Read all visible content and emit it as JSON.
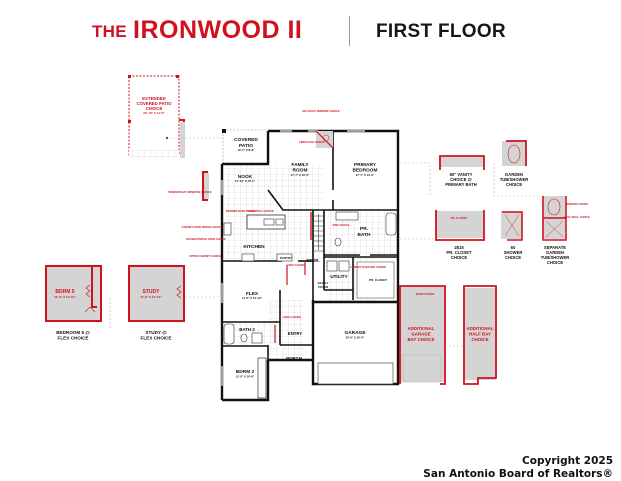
{
  "title": {
    "prefix": "THE",
    "model": "IRONWOOD II",
    "floor": "FIRST FLOOR"
  },
  "colors": {
    "brand_red": "#d0121f",
    "wall": "#111111",
    "option_fill": "#d4d4d4",
    "tile_grid": "#c8c8c8"
  },
  "rooms": {
    "covered_patio": {
      "name": "COVERED PATIO",
      "line1": "COVERED",
      "line2": "PATIO",
      "dims": "10'-7\" X 8'-8\""
    },
    "nook": {
      "name": "NOOK",
      "dims": "11'-10\" X 10'-1\""
    },
    "family_room": {
      "name": "FAMILY ROOM",
      "line1": "FAMILY",
      "line2": "ROOM",
      "dims": "17'-7\" X 16'-3\""
    },
    "primary_bedroom": {
      "name": "PRIMARY BEDROOM",
      "line1": "PRIMARY",
      "line2": "BEDROOM",
      "dims": "17'-7\" X 13'-0\""
    },
    "kitchen": {
      "name": "KITCHEN"
    },
    "pantry": {
      "name": "PANTRY"
    },
    "stor": {
      "name": "STOR."
    },
    "pr_bath": {
      "name": "PR. BATH",
      "line1": "PR.",
      "line2": "BATH"
    },
    "pr_closet": {
      "name": "PR. CLOSET"
    },
    "utility": {
      "name": "UTILITY"
    },
    "family_foyer": {
      "name": "FAMILY FOYER",
      "line1": "FAMILY",
      "line2": "FOYER"
    },
    "flex": {
      "name": "FLEX",
      "dims": "11'-9\" X 12'-10\""
    },
    "bath2": {
      "name": "BATH 2"
    },
    "entry": {
      "name": "ENTRY"
    },
    "porch": {
      "name": "PORCH"
    },
    "bdrm2": {
      "name": "BDRM 2",
      "dims": "11'-0\" X 10'-6\""
    },
    "garage": {
      "name": "GARAGE",
      "dims": "20'-0\" X 20'-0\""
    }
  },
  "inline_options": {
    "ceiling_fan": "SKYLIGHT WINDOW CHOICE",
    "fireplace": "FIREPLACE CHOICE",
    "window_bay": "WINDOW BAY WINDOW CHOICE",
    "cabinet_over_fridge": "CABINET OVER FRIDGE CHOICE",
    "double_triple_oven": "DOUBLE/TRIPLE OVEN CHOICE",
    "upper_cabinet": "UPPER CABINET CHOICE",
    "drawer_base": "DRAWER BASE CHOICE",
    "trash_pull": "TRASH PULL CHOICE",
    "arch_choice": "ARCH CHOICE",
    "sink_choice": "SINK CHOICE",
    "cabinet_over_washer": "CABINET OVER W/D CHOICE",
    "linen": "LINEN",
    "garden_door": "DOOR CHOICE",
    "window_choice": "WINDOW CHOICE",
    "half_wall": "HALF WALL CHOICE",
    "tub_choice": "TUB CHOICE"
  },
  "option_callouts": {
    "extended_patio": {
      "line1": "EXTENDED",
      "line2": "COVERED PATIO",
      "line3": "CHOICE",
      "dims": "20'-10\" X 11'-0\""
    },
    "vanity": {
      "line1": "60\" VANITY",
      "line2": "CHOICE @",
      "line3": "PRIMARY BATH"
    },
    "garden_tub": {
      "line1": "GARDEN",
      "line2": "TUB/SHOWER",
      "line3": "CHOICE"
    },
    "closet": {
      "line1": "2815",
      "line2": "PR. CLOSET",
      "line3": "CHOICE",
      "inner": "PR. CLOSET"
    },
    "shower": {
      "line1": "60",
      "line2": "SHOWER",
      "line3": "CHOICE"
    },
    "separate_tub": {
      "line1": "SEPARATE",
      "line2": "GARDEN",
      "line3": "TUB/SHOWER",
      "line4": "CHOICE"
    },
    "bedroom5": {
      "room": "BDRM 5",
      "dims": "11'-9\" X 12'-10\"",
      "line1": "BEDROOM 5 @",
      "line2": "FLEX CHOICE"
    },
    "study": {
      "room": "STUDY",
      "dims": "11'-9\" X 12'-10\"",
      "line1": "STUDY @",
      "line2": "FLEX CHOICE"
    },
    "garage_bay": {
      "line1": "ADDITIONAL",
      "line2": "GARAGE",
      "line3": "BAY CHOICE",
      "door": "DOOR CHOICE"
    },
    "half_bay": {
      "line1": "ADDITIONAL",
      "line2": "HALF BAY",
      "line3": "CHOICE"
    }
  },
  "footer": {
    "copyright": "Copyright 2025",
    "org": "San Antonio Board of Realtors®"
  }
}
